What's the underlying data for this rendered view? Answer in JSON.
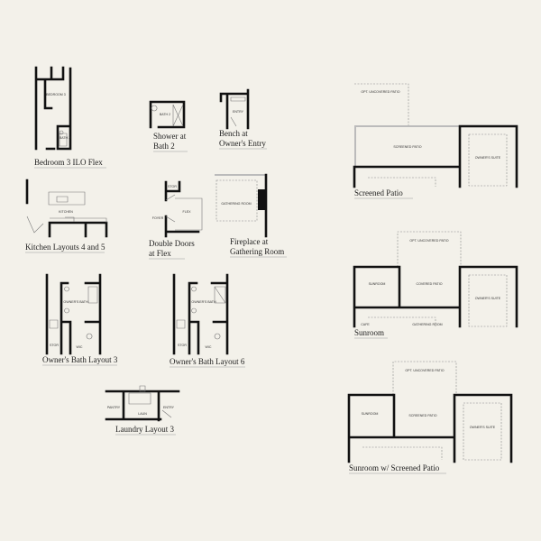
{
  "plans": [
    {
      "caption": [
        "Bedroom 3 ILO Flex"
      ],
      "rooms": [
        "BEDROOM 3",
        "BATH 2"
      ]
    },
    {
      "caption": [
        "Shower at",
        "Bath 2"
      ],
      "rooms": [
        "BATH 2"
      ]
    },
    {
      "caption": [
        "Bench at",
        "Owner's Entry"
      ],
      "rooms": [
        "ENTRY"
      ]
    },
    {
      "caption": [
        "Kitchen Layouts 4 and 5"
      ],
      "rooms": [
        "KITCHEN"
      ]
    },
    {
      "caption": [
        "Double Doors",
        "at Flex"
      ],
      "rooms": [
        "STOR",
        "FOYER",
        "FLEX"
      ]
    },
    {
      "caption": [
        "Fireplace at",
        "Gathering Room"
      ],
      "rooms": [
        "GATHERING ROOM"
      ]
    },
    {
      "caption": [
        "Owner's Bath Layout 3"
      ],
      "rooms": [
        "OWNER'S BATH",
        "STOR",
        "WIC"
      ]
    },
    {
      "caption": [
        "Owner's Bath Layout 6"
      ],
      "rooms": [
        "OWNER'S BATH",
        "STOR",
        "WIC"
      ]
    },
    {
      "caption": [
        "Laundry Layout 3"
      ],
      "rooms": [
        "PANTRY",
        "LAUN",
        "ENTRY"
      ]
    },
    {
      "caption": [
        "Screened Patio"
      ],
      "rooms": [
        "OPT. UNCOVERED PATIO",
        "SCREENED PATIO",
        "OWNER'S SUITE"
      ]
    },
    {
      "caption": [
        "Sunroom"
      ],
      "rooms": [
        "OPT. UNCOVERED PATIO",
        "SUNROOM",
        "COVERED PATIO",
        "OWNER'S SUITE",
        "CAFE",
        "GATHERING ROOM"
      ]
    },
    {
      "caption": [
        "Sunroom w/ Screened Patio"
      ],
      "rooms": [
        "OPT. UNCOVERED PATIO",
        "SUNROOM",
        "SCREENED PATIO",
        "OWNER'S SUITE"
      ]
    }
  ]
}
